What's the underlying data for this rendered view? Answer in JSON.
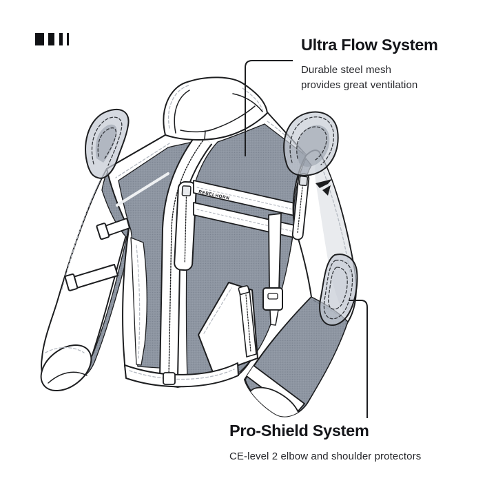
{
  "header": {
    "brand_logo_icon": "four-bars-logo"
  },
  "annotations": {
    "ultra_flow": {
      "title": "Ultra Flow System",
      "description_line1": "Durable steel mesh",
      "description_line2": "provides great ventilation",
      "points_to": "chest mesh panel"
    },
    "pro_shield": {
      "title": "Pro-Shield System",
      "description": "CE-level 2 elbow and shoulder protectors",
      "points_to": "right elbow protector pad"
    }
  },
  "jacket": {
    "brand_label": "REBELHORN",
    "illustration": "textile motorcycle jacket, front technical drawing",
    "protector_pads": [
      "left shoulder",
      "right shoulder",
      "right elbow"
    ]
  },
  "colors": {
    "outline": "#1d1e20",
    "mesh_gray": "#8e96a2",
    "pad_gray": "#c5cbd4",
    "pad_inner_gray": "#8e96a2",
    "panel_light": "#e9ebee",
    "text_heading": "#141519",
    "text_body": "#26272b",
    "background": "#ffffff"
  }
}
